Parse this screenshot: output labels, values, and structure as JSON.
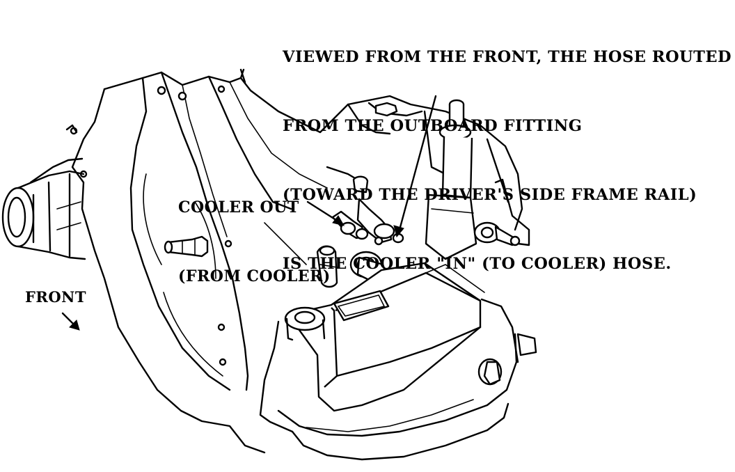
{
  "callouts": {
    "hose_in": {
      "line1": "VIEWED FROM THE FRONT, THE HOSE ROUTED",
      "line2": "FROM THE OUTBOARD FITTING",
      "line3": "(TOWARD THE DRIVER'S SIDE FRAME RAIL)",
      "line4": "IS THE COOLER \"IN\" (TO COOLER) HOSE."
    },
    "cooler_out": {
      "line1": "COOLER OUT",
      "line2": "(FROM COOLER)"
    },
    "front": "FRONT"
  },
  "colors": {
    "ink": "#000000",
    "paper": "#ffffff"
  }
}
